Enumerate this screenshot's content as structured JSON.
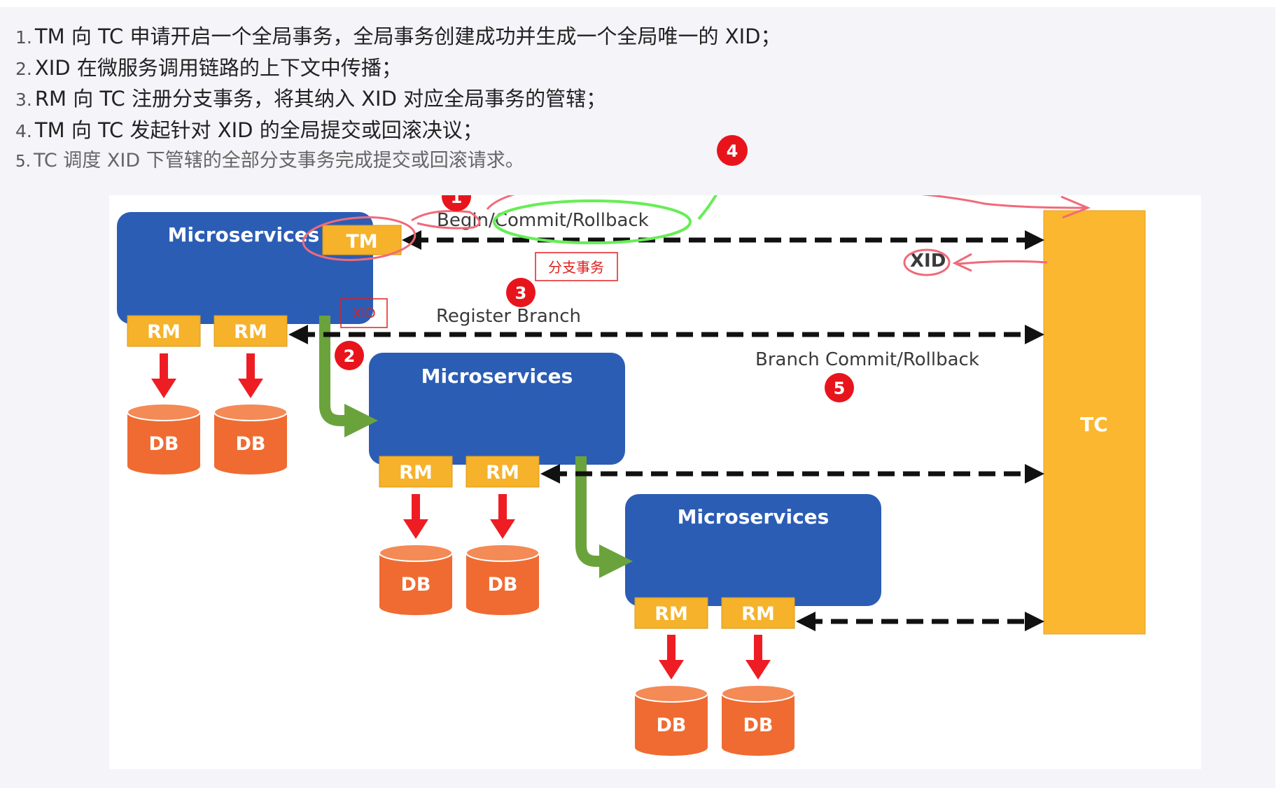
{
  "steps": [
    {
      "num": "1.",
      "text": "TM 向 TC 申请开启一个全局事务，全局事务创建成功并生成一个全局唯一的 XID；"
    },
    {
      "num": "2.",
      "text": "XID 在微服务调用链路的上下文中传播；"
    },
    {
      "num": "3.",
      "text": "RM 向 TC 注册分支事务，将其纳入 XID 对应全局事务的管辖；"
    },
    {
      "num": "4.",
      "text": "TM 向 TC 发起针对 XID 的全局提交或回滚决议；"
    },
    {
      "num": "5.",
      "text": "TC 调度 XID 下管辖的全部分支事务完成提交或回滚请求。"
    }
  ],
  "diagram": {
    "service_label": "Microservices",
    "tm_label": "TM",
    "rm_label": "RM",
    "db_label": "DB",
    "tc_label": "TC",
    "arrow_labels": {
      "begin": "Begin/Commit/Rollback",
      "register": "Register Branch",
      "branch_commit": "Branch Commit/Rollback",
      "xid": "XID"
    },
    "annotations": {
      "branch_tx": "分支事务",
      "xid_small": "XID",
      "badges": [
        "1",
        "2",
        "3",
        "4",
        "5"
      ]
    },
    "colors": {
      "service_blue": "#2b5db5",
      "rm_orange": "#f5b22a",
      "db_orange": "#ef6b32",
      "tc_orange": "#fbb72f",
      "arrow_red": "#ee1d24",
      "flow_green": "#6aa33c",
      "badge_red": "#e8141c",
      "ink_pink": "#f06a7a",
      "ink_green": "#66ee55"
    }
  }
}
